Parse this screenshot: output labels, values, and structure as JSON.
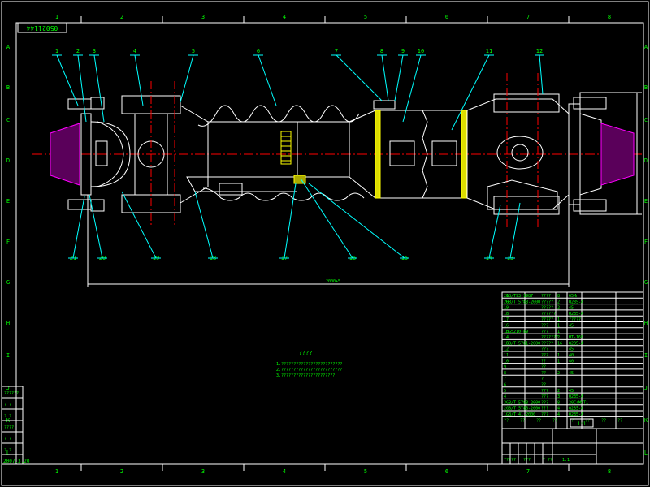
{
  "drawing": {
    "id_code": "05021144",
    "date": "2007.3.20",
    "total_length": "2000±5",
    "notes_title": "????",
    "notes": [
      "1.?????????????????????????",
      "2.?????????????????????????",
      "3.??????????????????????"
    ],
    "grid_cols": [
      "1",
      "2",
      "3",
      "4",
      "5",
      "6",
      "7",
      "8"
    ],
    "grid_rows": [
      "A",
      "B",
      "C",
      "D",
      "E",
      "F",
      "G",
      "H",
      "I",
      "J",
      "K",
      "L"
    ],
    "callouts": [
      {
        "n": "1"
      },
      {
        "n": "2"
      },
      {
        "n": "3"
      },
      {
        "n": "4"
      },
      {
        "n": "5"
      },
      {
        "n": "6"
      },
      {
        "n": "7"
      },
      {
        "n": "8"
      },
      {
        "n": "9"
      },
      {
        "n": "10"
      },
      {
        "n": "11"
      },
      {
        "n": "12"
      },
      {
        "n": "13"
      },
      {
        "n": "14"
      },
      {
        "n": "15"
      },
      {
        "n": "16"
      },
      {
        "n": "17"
      },
      {
        "n": "18"
      },
      {
        "n": "19"
      },
      {
        "n": "20"
      },
      {
        "n": "21"
      }
    ],
    "left_block": [
      "??????",
      "? ?",
      "? ?",
      "????",
      "? ?",
      "? ?"
    ],
    "bom": [
      {
        "no": "21",
        "code": "GB/T93-1987",
        "name": "????",
        "qty": "8",
        "mat": "65Mn"
      },
      {
        "no": "20",
        "code": "GB/T 5783-2000",
        "name": "?????",
        "qty": "2",
        "mat": "Q235-A"
      },
      {
        "no": "19",
        "code": "",
        "name": "?????",
        "qty": "2",
        "mat": "45"
      },
      {
        "no": "18",
        "code": "",
        "name": "??????",
        "qty": "",
        "mat": "Q235-A"
      },
      {
        "no": "17",
        "code": "",
        "name": "?????",
        "qty": "1",
        "mat": "?????"
      },
      {
        "no": "16",
        "code": "",
        "name": "???",
        "qty": "1",
        "mat": "45"
      },
      {
        "no": "15",
        "code": "HG5210-89",
        "name": "???",
        "qty": "1",
        "mat": ""
      },
      {
        "no": "14",
        "code": "",
        "name": "???????",
        "qty": "2",
        "mat": "HT-160"
      },
      {
        "no": "13",
        "code": "GB/T 5781-2000",
        "name": "?????",
        "qty": "16",
        "mat": "Q235-A"
      },
      {
        "no": "12",
        "code": "",
        "name": "???",
        "qty": "",
        "mat": "45"
      },
      {
        "no": "11",
        "code": "",
        "name": "???",
        "qty": "1",
        "mat": "40"
      },
      {
        "no": "10",
        "code": "",
        "name": "??",
        "qty": "1",
        "mat": "40"
      },
      {
        "no": "9",
        "code": "",
        "name": "??",
        "qty": "",
        "mat": ""
      },
      {
        "no": "8",
        "code": "",
        "name": "??",
        "qty": "2",
        "mat": "45"
      },
      {
        "no": "7",
        "code": "",
        "name": "?",
        "qty": "",
        "mat": ""
      },
      {
        "no": "6",
        "code": "",
        "name": "??",
        "qty": "",
        "mat": ""
      },
      {
        "no": "5",
        "code": "",
        "name": "???",
        "qty": "2",
        "mat": "45"
      },
      {
        "no": "4",
        "code": "",
        "name": "???",
        "qty": "3",
        "mat": "Q235-A"
      },
      {
        "no": "3",
        "code": "GB/T 5783-2000",
        "name": "???",
        "qty": "8",
        "mat": "20CrMnTi"
      },
      {
        "no": "2",
        "code": "GB/T 5783-2000",
        "name": "???",
        "qty": "4",
        "mat": "Q235-A"
      },
      {
        "no": "1",
        "code": "GB/T 41-2000",
        "name": "???",
        "qty": "4",
        "mat": "Q235-A"
      }
    ],
    "bom_header": [
      "??",
      "??",
      "??",
      "??",
      "??",
      "??",
      "??",
      "??"
    ],
    "title_block_scale": "1:1",
    "title_block_small": [
      "?????",
      "???",
      "? ??",
      "1:1"
    ]
  }
}
